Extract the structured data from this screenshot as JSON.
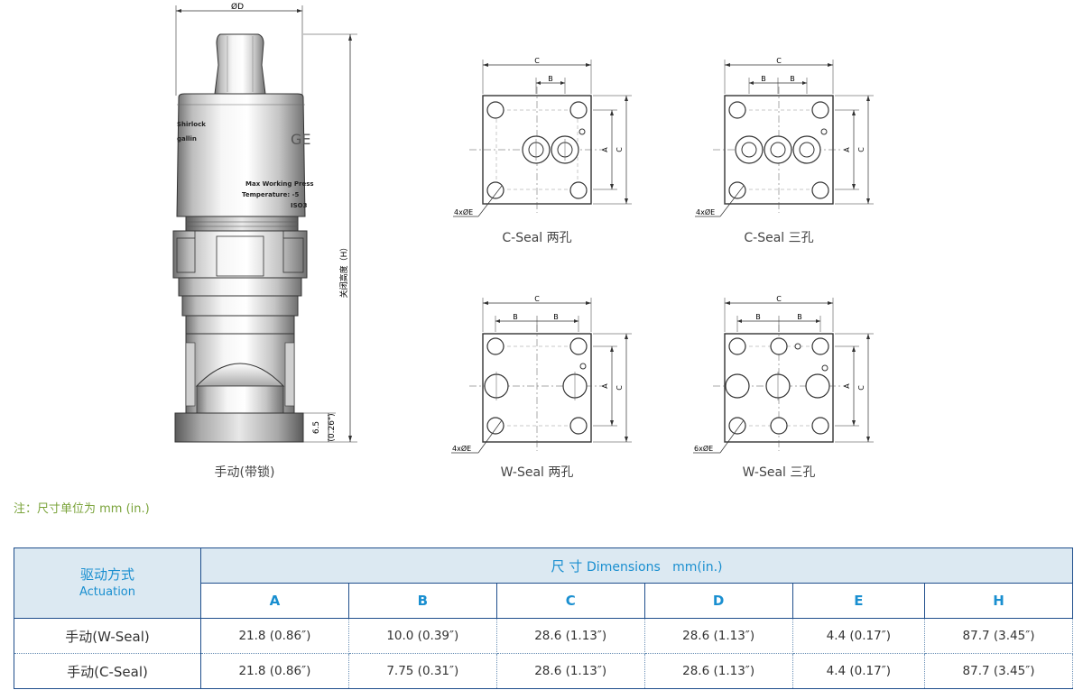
{
  "valve": {
    "dim_D": "ØD",
    "dim_H": "关闭高度（H）",
    "dim_base_mm": "6.5",
    "dim_base_in": "(0.26\")",
    "label_line1": "Shirlock",
    "label_line2": "gallin",
    "brand": "GE",
    "text_line1": "Max Working Press",
    "text_line2": "Temperature: -5",
    "text_line3": "ISO3"
  },
  "captions": {
    "valve": "手动(带锁)",
    "cseal2": "C-Seal 两孔",
    "cseal3": "C-Seal 三孔",
    "wseal2": "W-Seal 两孔",
    "wseal3": "W-Seal 三孔"
  },
  "blocks": {
    "C": "C",
    "B": "B",
    "A": "A",
    "hole4": "4xØE",
    "hole6": "6xØE"
  },
  "note": "注：尺寸单位为 mm (in.)",
  "table": {
    "actuation_cn": "驱动方式",
    "actuation_en": "Actuation",
    "dims_cn": "尺 寸",
    "dims_en": "Dimensions   mm(in.)",
    "columns": [
      "A",
      "B",
      "C",
      "D",
      "E",
      "H"
    ],
    "rows": [
      {
        "name": "手动(W-Seal)",
        "values": [
          "21.8 (0.86″)",
          "10.0 (0.39″)",
          "28.6 (1.13″)",
          "28.6 (1.13″)",
          "4.4 (0.17″)",
          "87.7 (3.45″)"
        ]
      },
      {
        "name": "手动(C-Seal)",
        "values": [
          "21.8 (0.86″)",
          "7.75 (0.31″)",
          "28.6 (1.13″)",
          "28.6 (1.13″)",
          "4.4 (0.17″)",
          "87.7 (3.45″)"
        ]
      }
    ]
  }
}
